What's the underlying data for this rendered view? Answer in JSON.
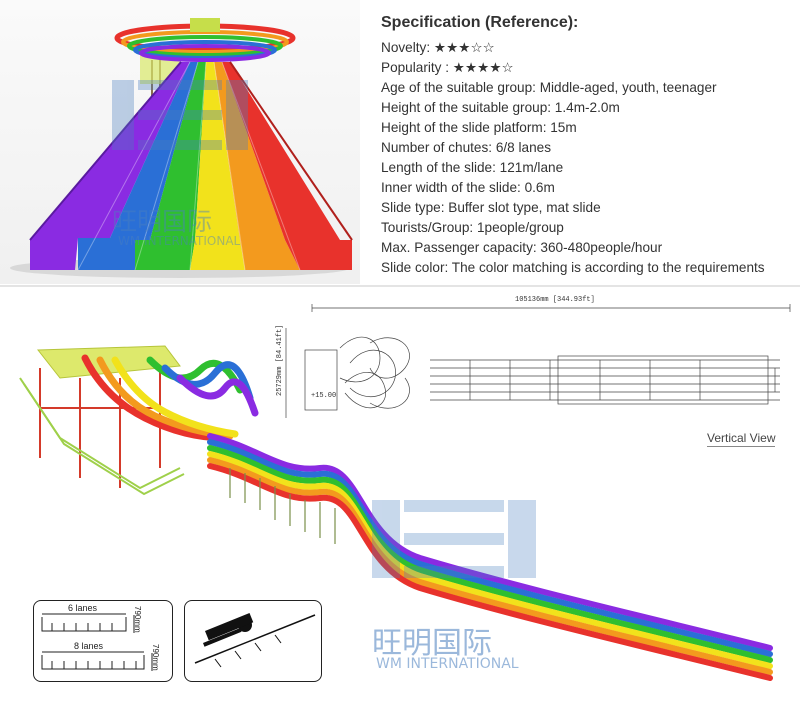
{
  "spec": {
    "title": "Specification (Reference):",
    "lines": [
      "Novelty: ★★★☆☆",
      "Popularity : ★★★★☆",
      "Age of the suitable group: Middle-aged, youth, teenager",
      "Height of the suitable group: 1.4m-2.0m",
      "Height of the slide platform: 15m",
      "Number of chutes: 6/8 lanes",
      "Length of the slide: 121m/lane",
      "Inner width of the slide: 0.6m",
      "Slide type: Buffer slot type, mat slide",
      "Tourists/Group: 1people/group",
      "Max. Passenger capacity: 360-480people/hour",
      "Slide color: The color matching is according to the requirements"
    ]
  },
  "ratings": {
    "novelty": 3,
    "popularity": 4,
    "max": 5
  },
  "drawing": {
    "overall_length": "105136mm [344.93ft]",
    "overall_width": "25729mm [84.41ft]",
    "platform_level": "+15.00",
    "view_label": "Vertical View"
  },
  "watermark": {
    "brand_cn": "旺明国际",
    "brand_en": "WM INTERNATIONAL"
  },
  "lanes_diagram": {
    "six_label": "6 lanes",
    "eight_label": "8 lanes",
    "height_label_1": "790mm",
    "height_label_2": "790mm"
  },
  "lane_colors": [
    "#8a2be2",
    "#2a6fd6",
    "#2fbf2f",
    "#f2e21b",
    "#f39a1e",
    "#e8322c"
  ]
}
